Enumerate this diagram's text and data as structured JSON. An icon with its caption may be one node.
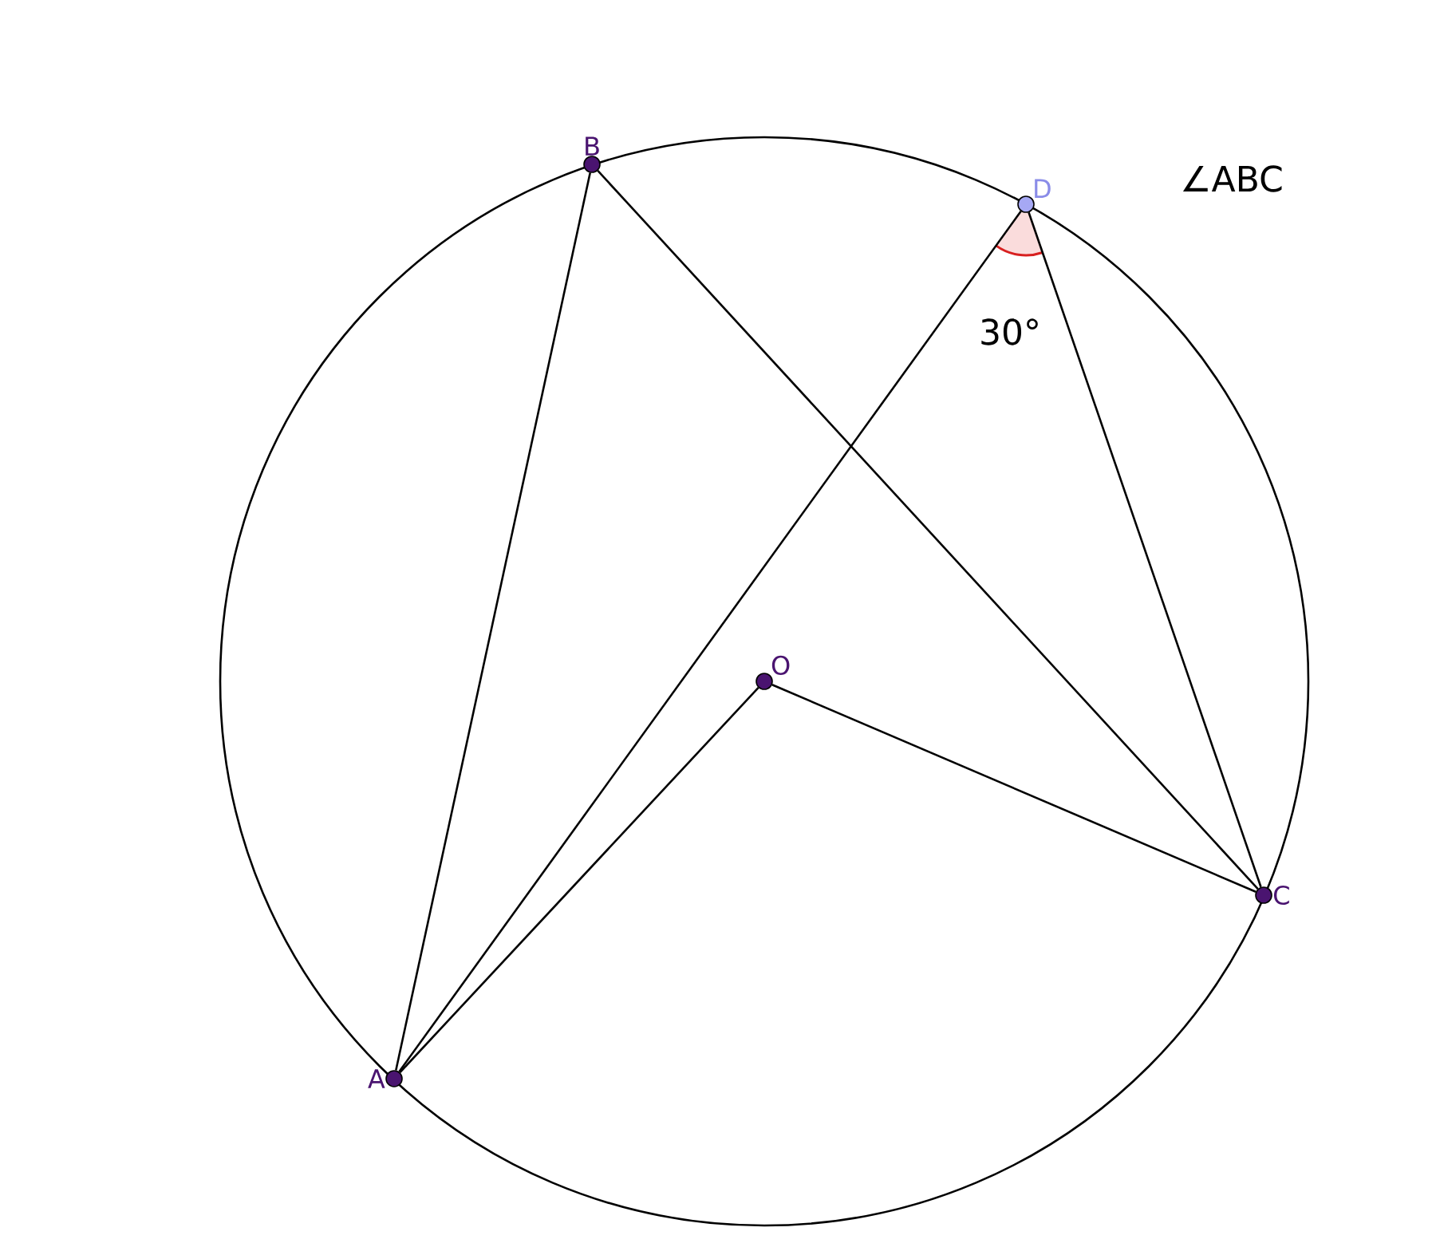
{
  "diagram": {
    "nodes": [
      {
        "text": [
          "A"
        ]
      },
      {
        "text": [
          "B"
        ]
      },
      {
        "text": [
          "C"
        ]
      },
      {
        "text": [
          "D"
        ]
      },
      {
        "text": [
          "O"
        ]
      }
    ],
    "edges": [
      {
        "from": 0,
        "to": 1,
        "arrow": "none"
      },
      {
        "from": 1,
        "to": 2,
        "arrow": "none"
      },
      {
        "from": 0,
        "to": 3,
        "arrow": "none"
      },
      {
        "from": 3,
        "to": 2,
        "arrow": "none"
      },
      {
        "from": 0,
        "to": 4,
        "arrow": "none"
      },
      {
        "from": 4,
        "to": 2,
        "arrow": "none"
      }
    ],
    "labels": [
      "∠ABC",
      "30°"
    ]
  }
}
